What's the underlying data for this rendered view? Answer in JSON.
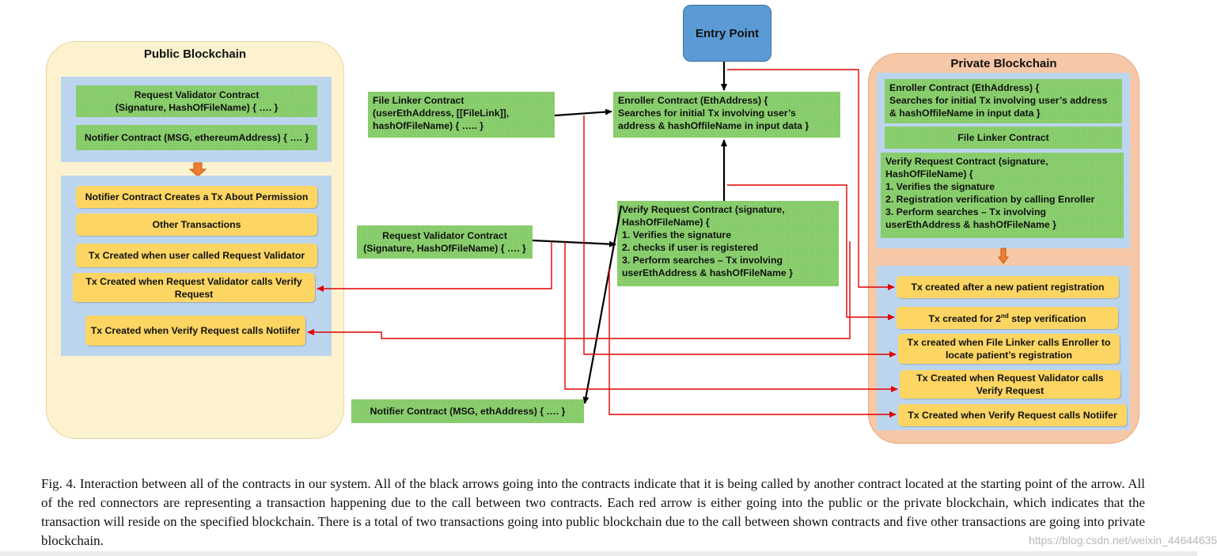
{
  "entry_point": "Entry Point",
  "public_chain": {
    "title": "Public Blockchain",
    "contracts": [
      "Request Validator Contract\n(Signature, HashOfFileName) { …. }",
      "Notifier Contract (MSG, ethereumAddress) { …. }"
    ],
    "transactions": [
      "Notifier Contract Creates a Tx About Permission",
      "Other Transactions",
      "Tx Created when user called Request Validator",
      "Tx Created when Request Validator calls Verify Request",
      "Tx Created when Verify Request calls Notiifer"
    ]
  },
  "middle": {
    "file_linker": "File Linker Contract\n(userEthAddress, [[FileLink]],\nhashOfFileName) { ….. }",
    "enroller": "Enroller Contract (EthAddress) {\n   Searches for initial Tx involving user’s\naddress & hashOffileName in input data }",
    "request_validator": "Request Validator Contract\n(Signature, HashOfFileName) { …. }",
    "verify_request": "Verify Request Contract (signature,\nHashOfFileName) {\n          1. Verifies the signature\n          2. checks if user is registered\n          3. Perform searches – Tx involving\nuserEthAddress & hashOfFileName }",
    "notifier": "Notifier Contract (MSG, ethAddress) { …. }"
  },
  "private_chain": {
    "title": "Private Blockchain",
    "contracts": [
      "Enroller Contract (EthAddress) {\n   Searches for initial Tx involving user’s address\n& hashOffileName in input data }",
      "File Linker Contract",
      "Verify Request Contract (signature,\nHashOfFileName) {\n          1. Verifies the signature\n          2. Registration verification by calling Enroller\n          3. Perform searches – Tx involving\nuserEthAddress & hashOfFileName }"
    ],
    "transactions": {
      "t1": "Tx created after a new patient registration",
      "t2_pre": "Tx created for 2",
      "t2_sup": "nd",
      "t2_post": " step verification",
      "t3": "Tx created when File Linker calls Enroller to locate patient’s registration",
      "t4": "Tx Created when Request Validator calls Verify Request",
      "t5": "Tx Created when Verify Request calls Notiifer"
    }
  },
  "caption": "Fig. 4.   Interaction between all of the contracts in our system. All of the black arrows going into the contracts indicate that it is being called by another contract located at the starting point of the arrow. All of the red connectors are representing a transaction happening due to the call between two contracts. Each red arrow is either going into the public or the private blockchain, which indicates that the transaction will reside on the specified blockchain. There is a total of two transactions going into public blockchain due to the call between shown contracts and five other transactions are going into private blockchain.",
  "watermark": "https://blog.csdn.net/weixin_44644635",
  "colors": {
    "contract_green": "#7fc961",
    "tx_yellow": "#fcd562",
    "panel_blue": "#bcd5ef",
    "public_bg": "#fdf2cf",
    "private_bg": "#f6c8a7",
    "entry_blue": "#5b9bd5",
    "call_arrow": "#000000",
    "tx_arrow": "#e00000"
  }
}
